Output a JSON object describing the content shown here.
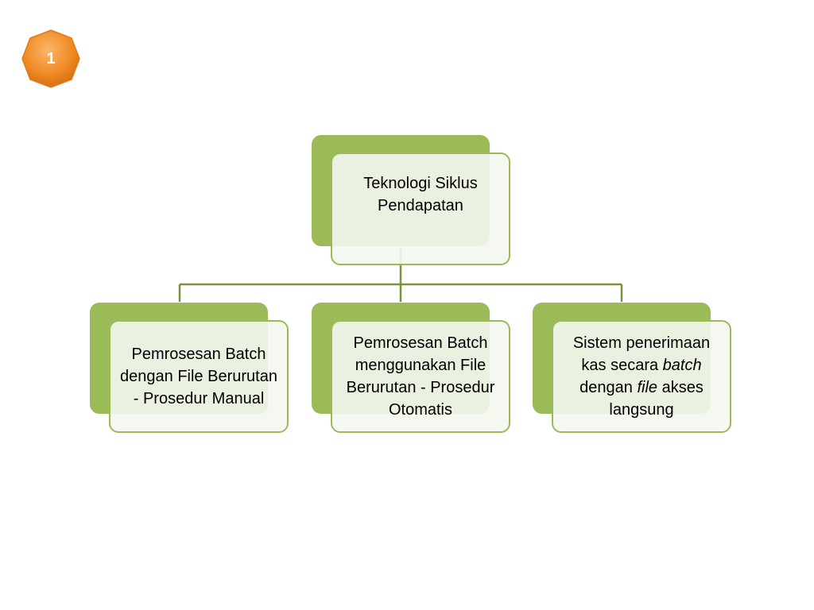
{
  "badge": {
    "label": "1",
    "color": "#ed7d31"
  },
  "colors": {
    "node_fill": "#9bbb59",
    "node_border": "#9bbb59",
    "connector": "#77933c"
  },
  "root": {
    "label": "Teknologi Siklus Pendapatan"
  },
  "children": [
    {
      "label": "Pemrosesan Batch dengan File Berurutan - Prosedur Manual"
    },
    {
      "label": "Pemrosesan Batch menggunakan File Berurutan - Prosedur Otomatis"
    },
    {
      "label_parts": [
        {
          "text": "Sistem penerimaan kas secara "
        },
        {
          "text": "batch"
        },
        {
          "text": " dengan "
        },
        {
          "text": "file"
        },
        {
          "text": " akses langsung"
        }
      ]
    }
  ]
}
